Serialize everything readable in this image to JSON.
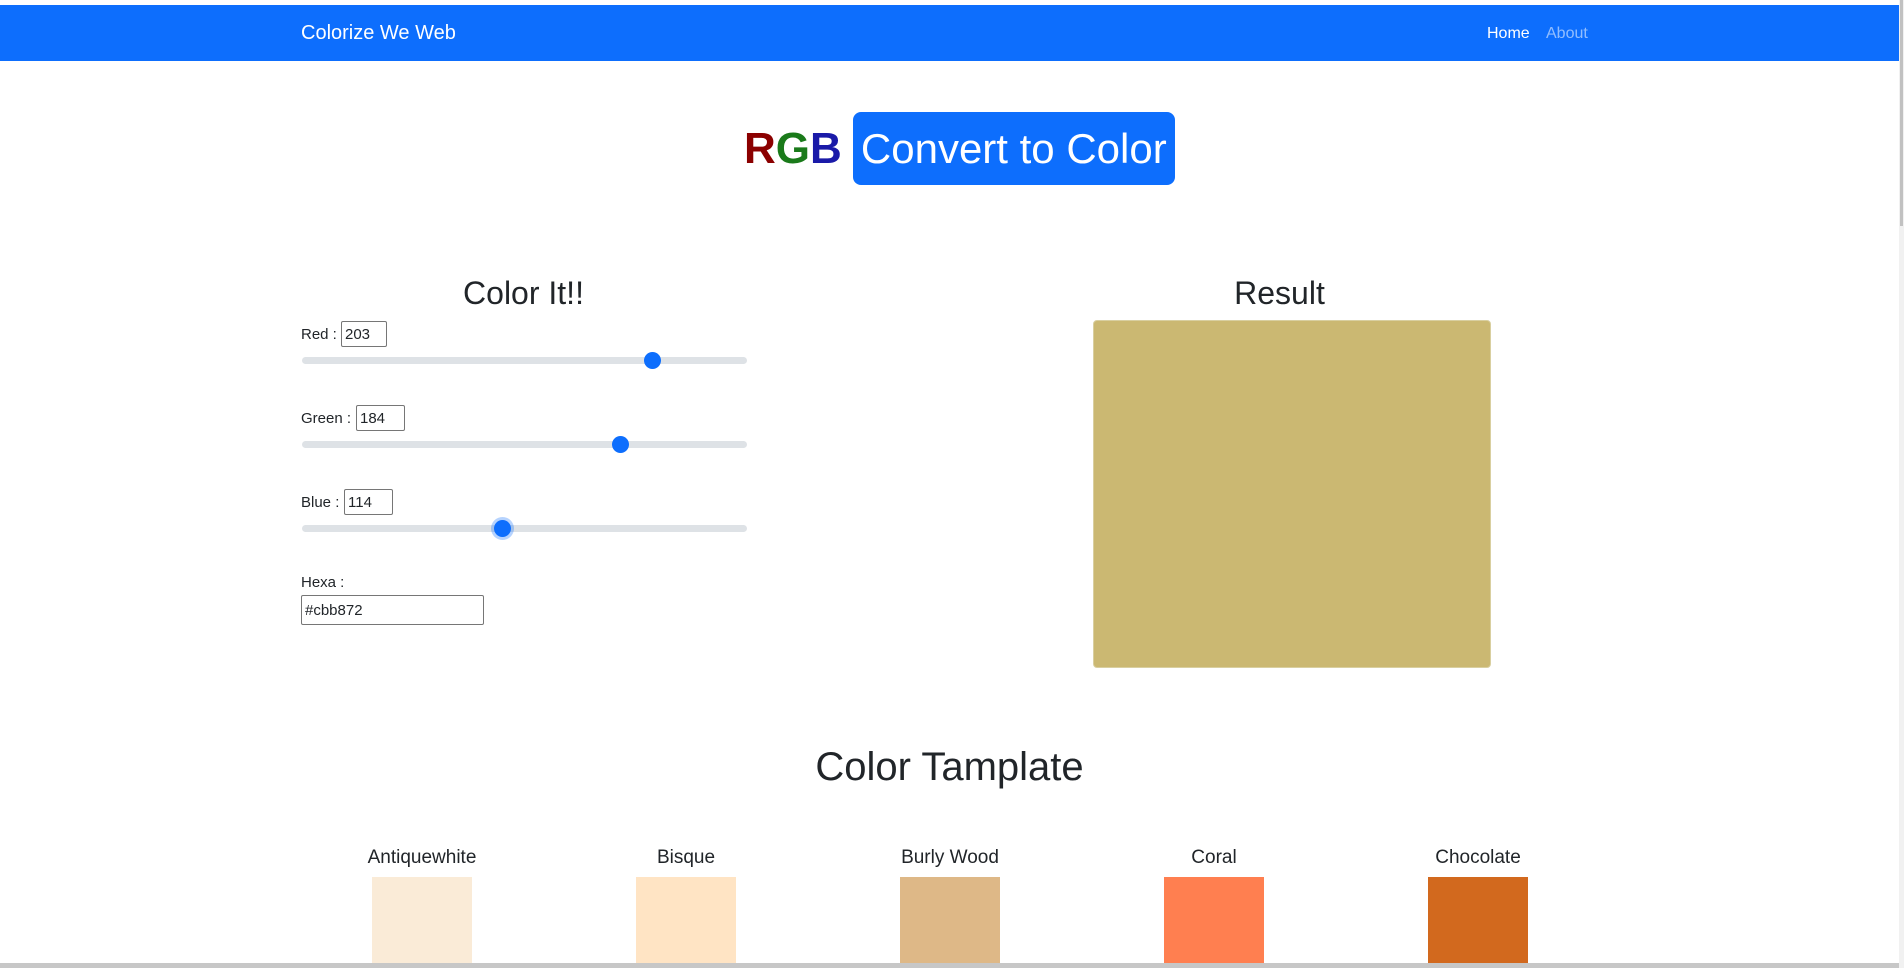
{
  "navbar": {
    "brand": "Colorize We Web",
    "links": [
      {
        "label": "Home"
      },
      {
        "label": "About"
      }
    ],
    "color": "#0d6efd"
  },
  "hero": {
    "rgb_letters": [
      "R",
      "G",
      "B"
    ],
    "button_label": "Convert to Color"
  },
  "controls": {
    "title": "Color It!!",
    "red": {
      "label": "Red :",
      "value": "203",
      "max": 255
    },
    "green": {
      "label": "Green :",
      "value": "184",
      "max": 255
    },
    "blue": {
      "label": "Blue :",
      "value": "114",
      "max": 255
    },
    "hexa": {
      "label": "Hexa :",
      "value": "#cbb872"
    }
  },
  "result": {
    "title": "Result",
    "color": "#cbb872"
  },
  "templates": {
    "title": "Color Tamplate",
    "items": [
      {
        "name": "Antiquewhite",
        "color": "#faebd7"
      },
      {
        "name": "Bisque",
        "color": "#ffe4c4"
      },
      {
        "name": "Burly Wood",
        "color": "#deb887"
      },
      {
        "name": "Coral",
        "color": "#ff7f50"
      },
      {
        "name": "Chocolate",
        "color": "#d2691e"
      }
    ]
  }
}
